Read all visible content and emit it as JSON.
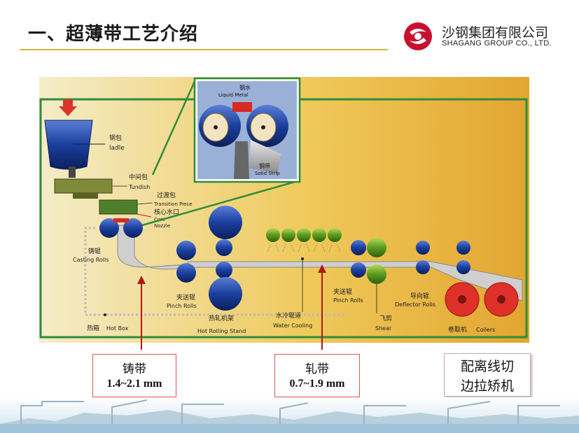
{
  "slide": {
    "title": "一、超薄带工艺介绍"
  },
  "logo": {
    "name_cn": "沙钢集团有限公司",
    "name_en": "SHAGANG GROUP CO., LTD."
  },
  "diagram": {
    "labels": {
      "ladle_cn": "钢包",
      "ladle_en": "ladle",
      "tundish_cn": "中间包",
      "tundish_en": "Tundish",
      "transition_cn": "过渡包",
      "transition_en": "Transition Piece",
      "nozzle_cn": "核心水口",
      "nozzle_en_1": "Core",
      "nozzle_en_2": "Nozzle",
      "casting_cn": "铸辊",
      "casting_en": "Casting Rolls",
      "liquid_cn": "钢水",
      "liquid_en": "Liquid Metal",
      "strip_cn": "钢带",
      "strip_en": "Solid Strip",
      "pinch1_cn": "夹送辊",
      "pinch1_en": "Pinch Rolls",
      "hotbox_cn": "热箱",
      "hotbox_en": "Hot Box",
      "stand_cn": "热轧机架",
      "stand_en": "Hot Rolling Stand",
      "water_cn": "水冷辊道",
      "water_en": "Water Cooling",
      "pinch2_cn": "夹送辊",
      "pinch2_en": "Pinch Rolls",
      "shear_cn": "飞剪",
      "shear_en": "Shear",
      "deflector_cn": "导向辊",
      "deflector_en": "Deflector Rolls",
      "coiler_cn": "卷取机",
      "coiler_en": "Coilers"
    }
  },
  "callouts": {
    "cast_strip_label": "铸带",
    "cast_strip_value": "1.4~2.1 mm",
    "rolled_strip_label": "轧带",
    "rolled_strip_value": "0.7~1.9 mm",
    "leveler_line1": "配离线切",
    "leveler_line2": "边拉矫机"
  },
  "colors": {
    "accent_red": "#c8102e",
    "frame_green": "#2e8b3a",
    "roll_blue": "#1a3f9e",
    "roll_green": "#5a9a1e",
    "coiler_red": "#e0302a"
  }
}
